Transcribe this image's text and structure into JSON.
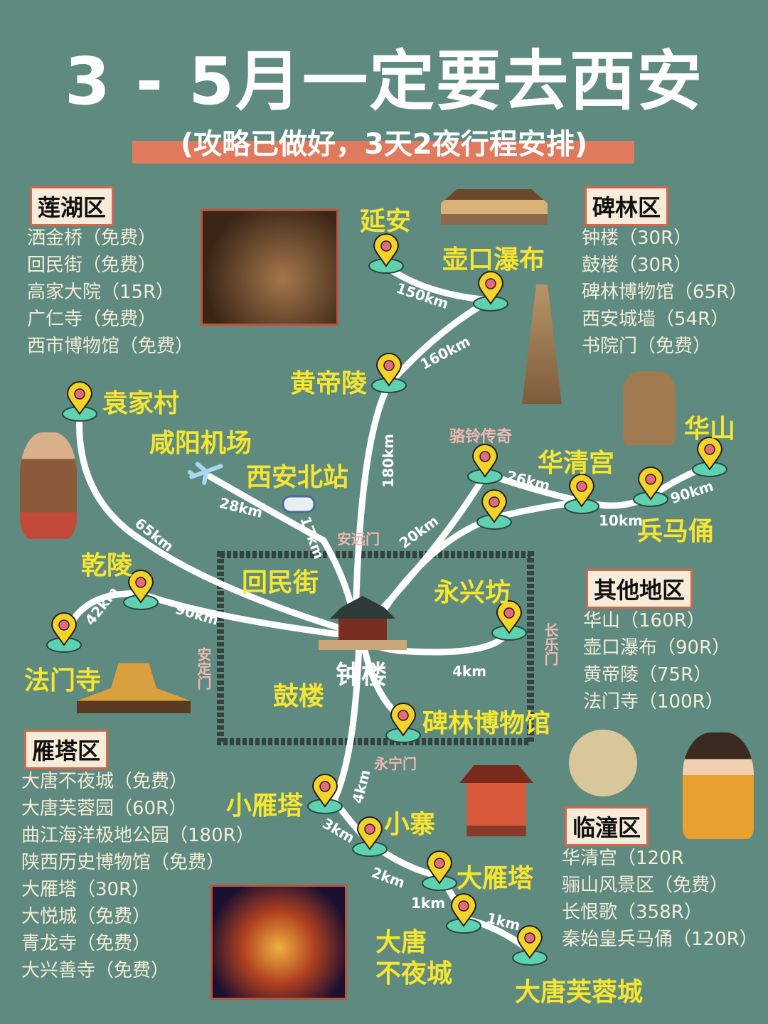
{
  "title": "3 - 5月一定要去西安",
  "subtitle": "(攻略已做好，3天2夜行程安排)",
  "colors": {
    "background": "#5f8a7f",
    "place_label": "#f6e531",
    "accent": "#e07a5f",
    "gate_label": "#efb8b2"
  },
  "areas": {
    "lianhu": {
      "name": "莲湖区",
      "items": [
        "洒金桥（免费）",
        "回民街（免费）",
        "高家大院（15R）",
        "广仁寺（免费）",
        "西市博物馆（免费）"
      ]
    },
    "beilin": {
      "name": "碑林区",
      "items": [
        "钟楼（30R）",
        "鼓楼（30R）",
        "碑林博物馆（65R）",
        "西安城墙（54R）",
        "书院门（免费）"
      ]
    },
    "other": {
      "name": "其他地区",
      "items": [
        "华山（160R）",
        "壶口瀑布（90R）",
        "黄帝陵（75R）",
        "法门寺（100R）"
      ]
    },
    "yanta": {
      "name": "雁塔区",
      "items": [
        "大唐不夜城（免费）",
        "大唐芙蓉园（60R）",
        "曲江海洋极地公园（180R）",
        "陕西历史博物馆（免费）",
        "大雁塔（30R）",
        "大悦城（免费）",
        "青龙寺（免费）",
        "大兴善寺（免费）"
      ]
    },
    "lintong": {
      "name": "临潼区",
      "items": [
        "华清宫（120R",
        "骊山风景区（免费）",
        "长恨歌（358R）",
        "秦始皇兵马俑（120R）"
      ]
    }
  },
  "places": {
    "yanan": "延安",
    "hukou": "壶口瀑布",
    "huangdiling": "黄帝陵",
    "yuanjiacun": "袁家村",
    "xianyang": "咸阳机场",
    "beizhan": "西安北站",
    "huashan": "华山",
    "huaqing": "华清宫",
    "bingma": "兵马俑",
    "luoling": "骆铃传奇",
    "qianling": "乾陵",
    "famensi": "法门寺",
    "huimin": "回民街",
    "yongxing": "永兴坊",
    "zhonglou": "钟楼",
    "gulou": "鼓楼",
    "beilin": "碑林博物馆",
    "xiaoyanta": "小雁塔",
    "xiaozhai": "小寨",
    "dayanta": "大雁塔",
    "datang1": "大唐",
    "datang2": "不夜城",
    "furong": "大唐芙蓉城"
  },
  "gates": {
    "anyuan": "安远门",
    "anding": "安定门",
    "changle": "长乐门",
    "yongning": "永宁门"
  },
  "distances": [
    "150km",
    "160km",
    "180km",
    "65km",
    "28km",
    "17km",
    "20km",
    "26km",
    "10km",
    "90km",
    "42km",
    "90km",
    "4km",
    "4km",
    "3km",
    "2km",
    "1km",
    "1km"
  ]
}
